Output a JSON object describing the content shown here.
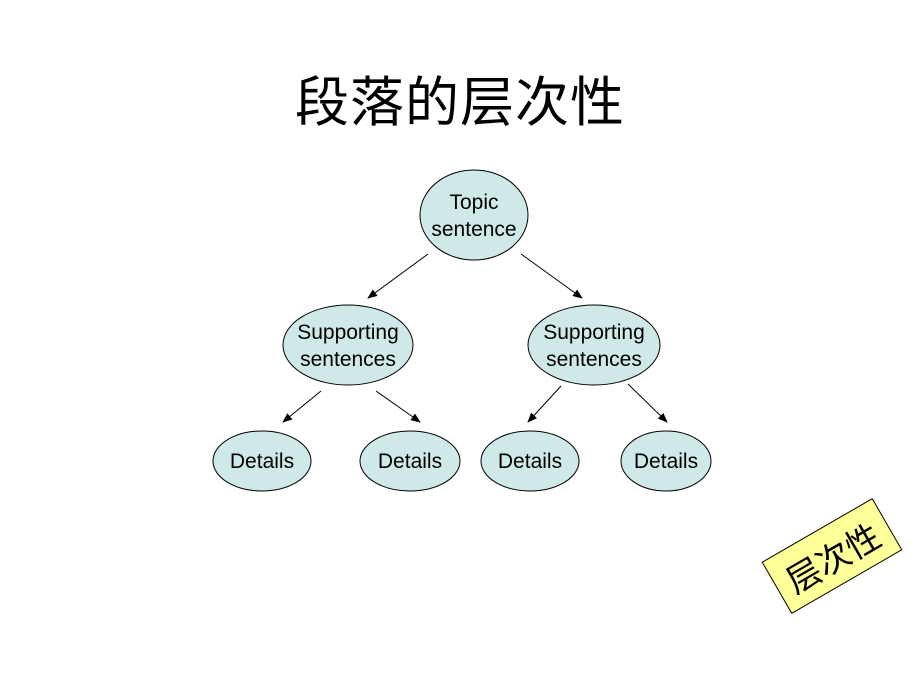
{
  "title": "段落的层次性",
  "colors": {
    "node_fill": "#cfe8e8",
    "node_stroke": "#000000",
    "stamp_fill": "#ffff99"
  },
  "diagram": {
    "topic": {
      "line1": "Topic",
      "line2": "sentence"
    },
    "supporting_left": {
      "line1": "Supporting",
      "line2": "sentences"
    },
    "supporting_right": {
      "line1": "Supporting",
      "line2": "sentences"
    },
    "details": [
      "Details",
      "Details",
      "Details",
      "Details"
    ]
  },
  "stamp": {
    "text": "层次性"
  }
}
